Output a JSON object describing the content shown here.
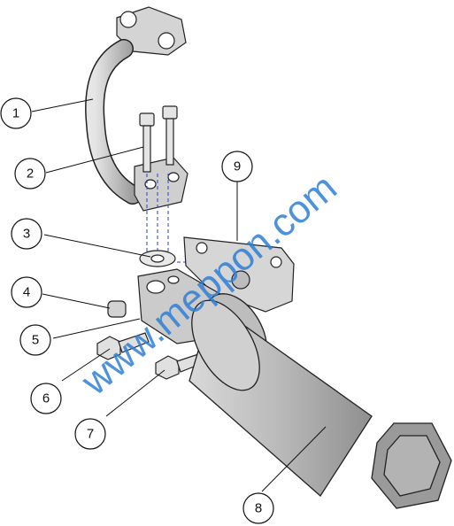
{
  "diagram": {
    "callouts": [
      "1",
      "2",
      "3",
      "4",
      "5",
      "6",
      "7",
      "8",
      "9"
    ],
    "watermark": "www.meppon.com"
  }
}
